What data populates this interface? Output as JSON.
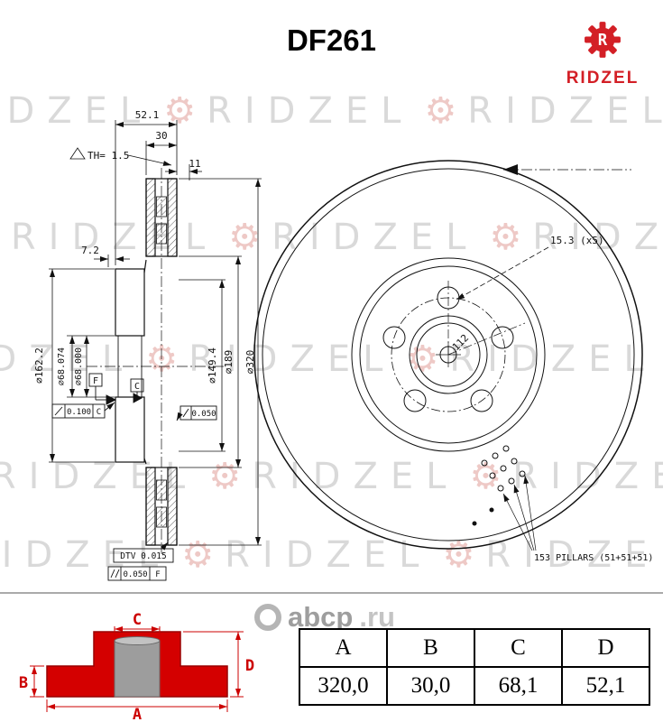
{
  "title": "DF261",
  "brand": {
    "name": "RIDZEL",
    "logo_letter": "R"
  },
  "watermark": {
    "text": "RIDZEL",
    "site_name": "abcp",
    "site_tld": ".ru"
  },
  "icons": {
    "gear": "⚙"
  },
  "cross_section": {
    "dim_total_width": "52.1",
    "dim_thickness": "30",
    "dim_min_thickness": "TH= 1.5",
    "dim_hat_depth": "11",
    "dim_wall": "7.2",
    "dia_hat": "∅162.2",
    "dia_bore_max": "∅68.074",
    "dia_bore_min": "∅68.000",
    "dia_inner_vane": "∅149.4",
    "dia_friction_inner": "∅189",
    "dia_outer": "∅320",
    "runout_value": "0.100",
    "runout_datum": "C",
    "inner_runout_value": "0.050",
    "datum_f": "F",
    "datum_c": "C",
    "dtv": "DTV 0.015",
    "parallel_value": "0.050",
    "parallel_datum": "F"
  },
  "front_view": {
    "bolt_holes": "15.3 (x5)",
    "pcd": "112",
    "pillars_note": "153 PILLARS (51+51+51)"
  },
  "section_diagram": {
    "label_a": "A",
    "label_b": "B",
    "label_c": "C",
    "label_d": "D"
  },
  "table": {
    "headers": [
      "A",
      "B",
      "C",
      "D"
    ],
    "values": [
      "320,0",
      "30,0",
      "68,1",
      "52,1"
    ]
  }
}
